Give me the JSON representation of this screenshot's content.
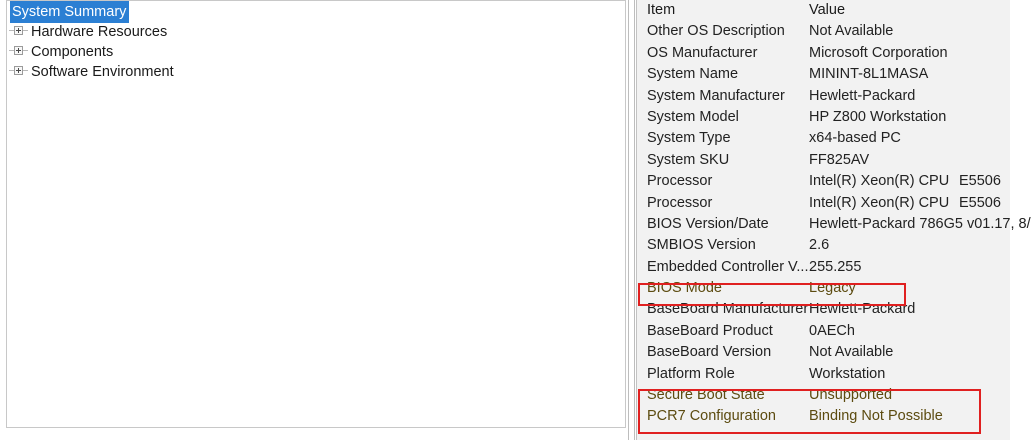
{
  "tree": {
    "items": [
      {
        "label": "System Summary",
        "expandable": false,
        "selected": true
      },
      {
        "label": "Hardware Resources",
        "expandable": true,
        "selected": false
      },
      {
        "label": "Components",
        "expandable": true,
        "selected": false
      },
      {
        "label": "Software Environment",
        "expandable": true,
        "selected": false
      }
    ]
  },
  "list": {
    "header": {
      "item": "Item",
      "value": "Value"
    },
    "rows": [
      {
        "item": "Other OS Description",
        "value": "Not Available",
        "extra": "",
        "highlighted": false
      },
      {
        "item": "OS Manufacturer",
        "value": "Microsoft Corporation",
        "extra": "",
        "highlighted": false
      },
      {
        "item": "System Name",
        "value": "MININT-8L1MASA",
        "extra": "",
        "highlighted": false
      },
      {
        "item": "System Manufacturer",
        "value": "Hewlett-Packard",
        "extra": "",
        "highlighted": false
      },
      {
        "item": "System Model",
        "value": "HP Z800 Workstation",
        "extra": "",
        "highlighted": false
      },
      {
        "item": "System Type",
        "value": "x64-based PC",
        "extra": "",
        "highlighted": false
      },
      {
        "item": "System SKU",
        "value": "FF825AV",
        "extra": "",
        "highlighted": false
      },
      {
        "item": "Processor",
        "value": "Intel(R) Xeon(R) CPU",
        "extra": "E5506",
        "highlighted": false
      },
      {
        "item": "Processor",
        "value": "Intel(R) Xeon(R) CPU",
        "extra": "E5506",
        "highlighted": false
      },
      {
        "item": "BIOS Version/Date",
        "value": "Hewlett-Packard 786G5 v01.17, 8/",
        "extra": "",
        "highlighted": false
      },
      {
        "item": "SMBIOS Version",
        "value": "2.6",
        "extra": "",
        "highlighted": false
      },
      {
        "item": "Embedded Controller V...",
        "value": "255.255",
        "extra": "",
        "highlighted": false
      },
      {
        "item": "BIOS Mode",
        "value": "Legacy",
        "extra": "",
        "highlighted": true
      },
      {
        "item": "BaseBoard Manufacturer",
        "value": "Hewlett-Packard",
        "extra": "",
        "highlighted": false
      },
      {
        "item": "BaseBoard Product",
        "value": "0AECh",
        "extra": "",
        "highlighted": false
      },
      {
        "item": "BaseBoard Version",
        "value": "Not Available",
        "extra": "",
        "highlighted": false
      },
      {
        "item": "Platform Role",
        "value": "Workstation",
        "extra": "",
        "highlighted": false
      },
      {
        "item": "Secure Boot State",
        "value": "Unsupported",
        "extra": "",
        "highlighted": true
      },
      {
        "item": "PCR7 Configuration",
        "value": "Binding Not Possible",
        "extra": "",
        "highlighted": true
      }
    ]
  },
  "annotations": {
    "color": "#e02020",
    "boxes": [
      {
        "name": "bios-mode-highlight",
        "target": "BIOS Mode"
      },
      {
        "name": "secure-boot-pcr7-highlight",
        "target": "Secure Boot State / PCR7 Configuration"
      }
    ]
  },
  "colors": {
    "selection": "#2b7fd3",
    "selection_text": "#ffffff",
    "list_background": "#f2f2f2",
    "panel_border": "#c8c8c8",
    "annotation_red": "#e02020",
    "highlighted_text": "#5c4b10"
  }
}
